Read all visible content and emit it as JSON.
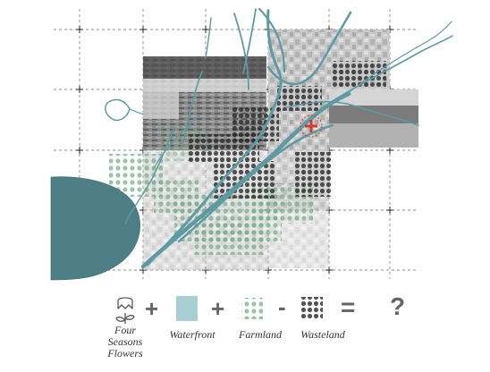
{
  "legend": {
    "items": [
      {
        "label_lines": [
          "Four",
          "Seasons",
          "Flowers"
        ],
        "icon": "tulip-icon"
      },
      {
        "label": "Waterfront",
        "icon": "waterfront-swatch",
        "color": "#a9cfd3"
      },
      {
        "label": "Farmland",
        "icon": "farmland-dots-icon",
        "color": "#7ab08c"
      },
      {
        "label": "Wasteland",
        "icon": "wasteland-dots-icon",
        "color": "#2e2e2e"
      }
    ],
    "operators": [
      "+",
      "+",
      "-",
      "="
    ],
    "result": "?"
  },
  "colors": {
    "water": "#5e9aa2",
    "lake": "#4f7f86",
    "farmland": "#7ab08c",
    "wasteland": "#2e2e2e",
    "marker": "#d8392b",
    "grid": "#555555"
  }
}
